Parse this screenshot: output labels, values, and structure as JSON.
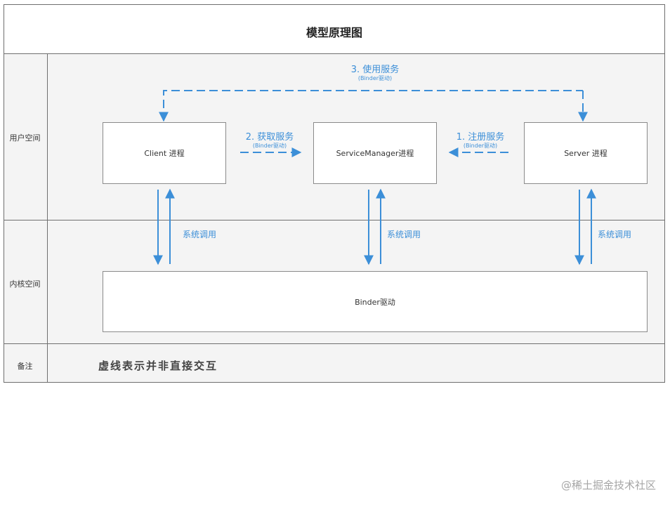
{
  "diagram": {
    "title": "模型原理图",
    "rows": {
      "user_space": "用户空间",
      "kernel_space": "内核空间",
      "notes": "备注"
    },
    "processes": {
      "client": "Client 进程",
      "service_manager": "ServiceManager进程",
      "server": "Server 进程"
    },
    "driver": "Binder驱动",
    "interactions": {
      "use_service": {
        "label": "3. 使用服务",
        "sub": "(Binder驱动)"
      },
      "get_service": {
        "label": "2. 获取服务",
        "sub": "(Binder驱动)"
      },
      "register_service": {
        "label": "1. 注册服务",
        "sub": "(Binder驱动)"
      }
    },
    "syscall_label": "系统调用",
    "note": "虚线表示并非直接交互",
    "colors": {
      "accent": "#3c8fd8",
      "border": "#6f6f6f",
      "band": "#f4f4f4"
    }
  },
  "watermark": "@稀土掘金技术社区"
}
